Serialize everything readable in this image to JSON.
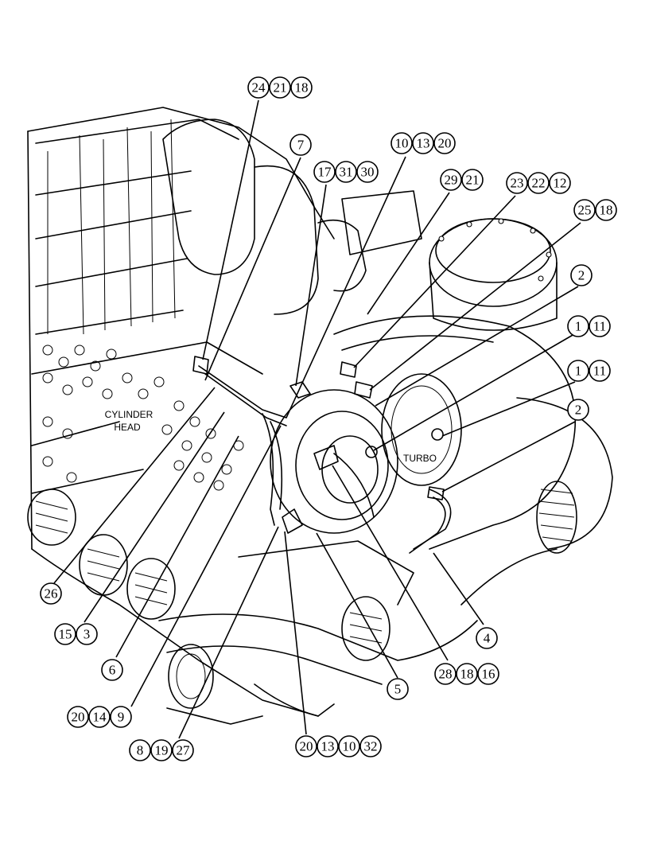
{
  "labels": {
    "cylinder_head_line1": "CYLINDER",
    "cylinder_head_line2": "HEAD",
    "turbo": "TURBO"
  },
  "callouts": [
    {
      "id": "c1",
      "numbers": [
        "24",
        "21",
        "18"
      ]
    },
    {
      "id": "c2",
      "numbers": [
        "7"
      ]
    },
    {
      "id": "c3",
      "numbers": [
        "10",
        "13",
        "20"
      ]
    },
    {
      "id": "c4",
      "numbers": [
        "17",
        "31",
        "30"
      ]
    },
    {
      "id": "c5",
      "numbers": [
        "29",
        "21"
      ]
    },
    {
      "id": "c6",
      "numbers": [
        "23",
        "22",
        "12"
      ]
    },
    {
      "id": "c7",
      "numbers": [
        "25",
        "18"
      ]
    },
    {
      "id": "c8",
      "numbers": [
        "2"
      ]
    },
    {
      "id": "c9",
      "numbers": [
        "1",
        "11"
      ]
    },
    {
      "id": "c10",
      "numbers": [
        "1",
        "11"
      ]
    },
    {
      "id": "c11",
      "numbers": [
        "2"
      ]
    },
    {
      "id": "c12",
      "numbers": [
        "26"
      ]
    },
    {
      "id": "c13",
      "numbers": [
        "15",
        "3"
      ]
    },
    {
      "id": "c14",
      "numbers": [
        "6"
      ]
    },
    {
      "id": "c15",
      "numbers": [
        "20",
        "14",
        "9"
      ]
    },
    {
      "id": "c16",
      "numbers": [
        "8",
        "19",
        "27"
      ]
    },
    {
      "id": "c17",
      "numbers": [
        "20",
        "13",
        "10",
        "32"
      ]
    },
    {
      "id": "c18",
      "numbers": [
        "5"
      ]
    },
    {
      "id": "c19",
      "numbers": [
        "28",
        "18",
        "16"
      ]
    },
    {
      "id": "c20",
      "numbers": [
        "4"
      ]
    }
  ]
}
